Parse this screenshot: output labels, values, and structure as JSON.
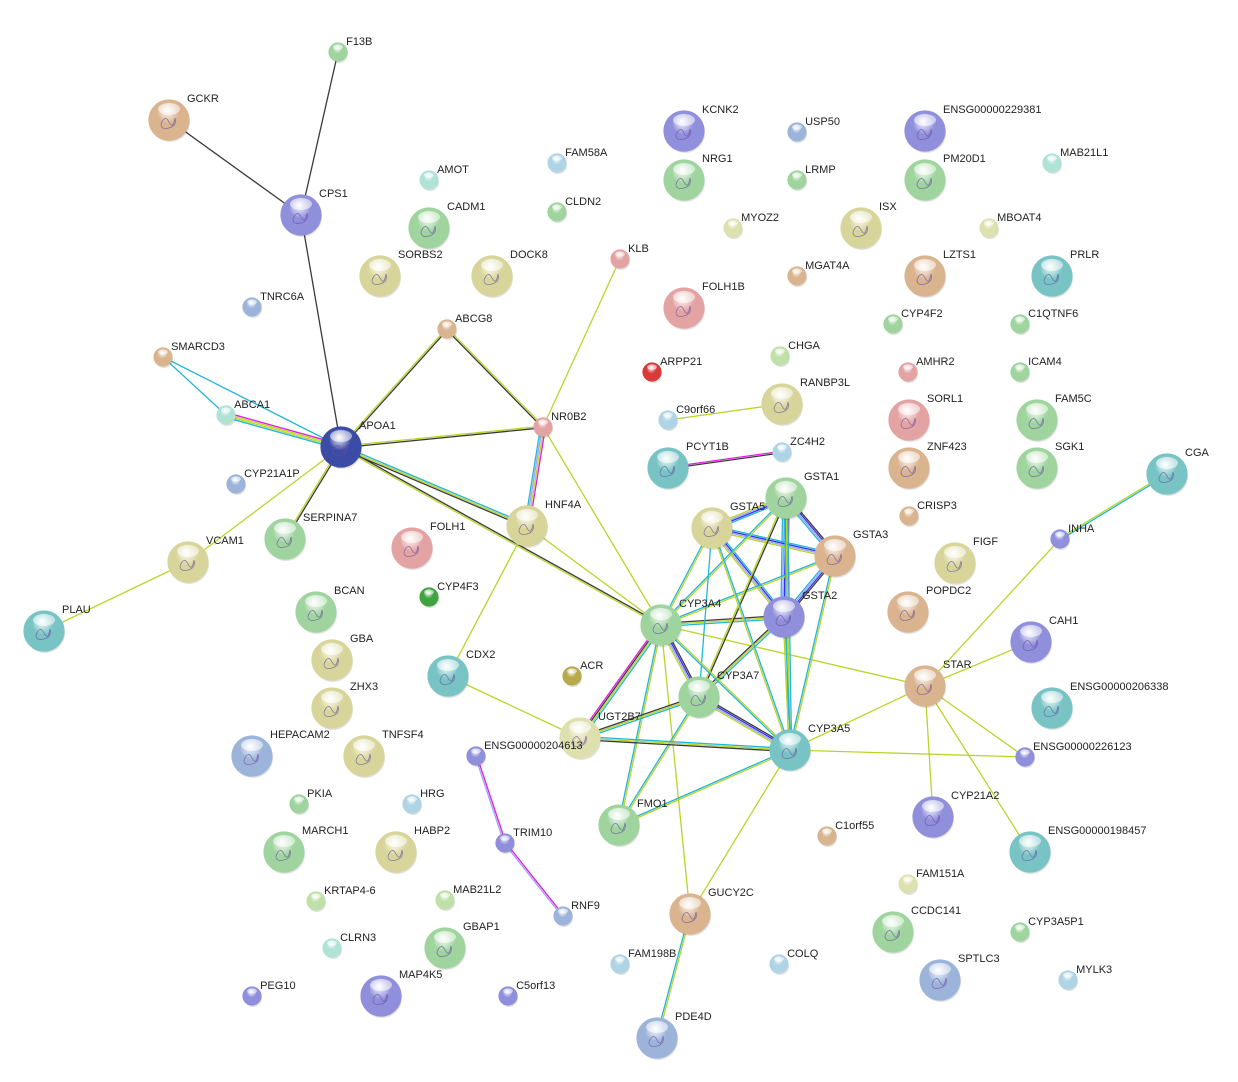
{
  "palette": {
    "green": "#9fd49f",
    "khaki": "#d8d59a",
    "tan": "#d9b48f",
    "purple": "#8f8fdc",
    "teal": "#78c4c4",
    "blue": "#9cb4da",
    "pink": "#e4a3a3",
    "lightteal": "#b0e2d8",
    "red": "#d83a3a",
    "olive": "#b8a94c",
    "darkgreen": "#3fa33f",
    "darkblue": "#3c4ca6",
    "lightblue": "#aed4e6",
    "lightgreen": "#bfe0a8",
    "lightkhaki": "#dfe0b0"
  },
  "edge_colors": {
    "k": "#3a3a3a",
    "y": "#b9d52a",
    "c": "#22b6d8",
    "m": "#e01fe0",
    "b": "#2f2ff0",
    "l": "#a0a0f4"
  },
  "nodes": [
    {
      "name": "F13B",
      "color": "green",
      "big": false
    },
    {
      "name": "GCKR",
      "color": "tan",
      "big": true
    },
    {
      "name": "CPS1",
      "color": "purple",
      "big": true
    },
    {
      "name": "AMOT",
      "color": "lightteal",
      "big": false
    },
    {
      "name": "CADM1",
      "color": "green",
      "big": true
    },
    {
      "name": "FAM58A",
      "color": "lightblue",
      "big": false
    },
    {
      "name": "CLDN2",
      "color": "green",
      "big": false
    },
    {
      "name": "SORBS2",
      "color": "khaki",
      "big": true
    },
    {
      "name": "DOCK8",
      "color": "khaki",
      "big": true
    },
    {
      "name": "KCNK2",
      "color": "purple",
      "big": true
    },
    {
      "name": "USP50",
      "color": "blue",
      "big": false
    },
    {
      "name": "NRG1",
      "color": "green",
      "big": true
    },
    {
      "name": "LRMP",
      "color": "green",
      "big": false
    },
    {
      "name": "ENSG00000229381",
      "color": "purple",
      "big": true
    },
    {
      "name": "PM20D1",
      "color": "green",
      "big": true
    },
    {
      "name": "MAB21L1",
      "color": "lightteal",
      "big": false
    },
    {
      "name": "MYOZ2",
      "color": "lightkhaki",
      "big": false
    },
    {
      "name": "ISX",
      "color": "khaki",
      "big": true
    },
    {
      "name": "MBOAT4",
      "color": "lightkhaki",
      "big": false
    },
    {
      "name": "KLB",
      "color": "pink",
      "big": false
    },
    {
      "name": "MGAT4A",
      "color": "tan",
      "big": false
    },
    {
      "name": "LZTS1",
      "color": "tan",
      "big": true
    },
    {
      "name": "PRLR",
      "color": "teal",
      "big": true
    },
    {
      "name": "TNRC6A",
      "color": "blue",
      "big": false
    },
    {
      "name": "FOLH1B",
      "color": "pink",
      "big": true
    },
    {
      "name": "ABCG8",
      "color": "tan",
      "big": false
    },
    {
      "name": "CYP4F2",
      "color": "green",
      "big": false
    },
    {
      "name": "C1QTNF6",
      "color": "green",
      "big": false
    },
    {
      "name": "SMARCD3",
      "color": "tan",
      "big": false
    },
    {
      "name": "CHGA",
      "color": "lightgreen",
      "big": false
    },
    {
      "name": "ARPP21",
      "color": "red",
      "big": false
    },
    {
      "name": "AMHR2",
      "color": "pink",
      "big": false
    },
    {
      "name": "ICAM4",
      "color": "green",
      "big": false
    },
    {
      "name": "RANBP3L",
      "color": "khaki",
      "big": true
    },
    {
      "name": "ABCA1",
      "color": "lightteal",
      "big": false
    },
    {
      "name": "NR0B2",
      "color": "pink",
      "big": false
    },
    {
      "name": "C9orf66",
      "color": "lightblue",
      "big": false
    },
    {
      "name": "SORL1",
      "color": "pink",
      "big": true
    },
    {
      "name": "FAM5C",
      "color": "green",
      "big": true
    },
    {
      "name": "APOA1",
      "color": "darkblue",
      "big": true
    },
    {
      "name": "ZC4H2",
      "color": "lightblue",
      "big": false
    },
    {
      "name": "PCYT1B",
      "color": "teal",
      "big": true
    },
    {
      "name": "ZNF423",
      "color": "tan",
      "big": true
    },
    {
      "name": "SGK1",
      "color": "green",
      "big": true
    },
    {
      "name": "CGA",
      "color": "teal",
      "big": true
    },
    {
      "name": "CYP21A1P",
      "color": "blue",
      "big": false
    },
    {
      "name": "GSTA1",
      "color": "green",
      "big": true
    },
    {
      "name": "HNF4A",
      "color": "khaki",
      "big": true
    },
    {
      "name": "GSTA5",
      "color": "khaki",
      "big": true
    },
    {
      "name": "CRISP3",
      "color": "tan",
      "big": false
    },
    {
      "name": "INHA",
      "color": "purple",
      "big": false
    },
    {
      "name": "SERPINA7",
      "color": "green",
      "big": true
    },
    {
      "name": "FOLH1",
      "color": "pink",
      "big": true
    },
    {
      "name": "GSTA3",
      "color": "tan",
      "big": true
    },
    {
      "name": "VCAM1",
      "color": "khaki",
      "big": true
    },
    {
      "name": "FIGF",
      "color": "khaki",
      "big": true
    },
    {
      "name": "CYP4F3",
      "color": "darkgreen",
      "big": false
    },
    {
      "name": "BCAN",
      "color": "green",
      "big": true
    },
    {
      "name": "POPDC2",
      "color": "tan",
      "big": true
    },
    {
      "name": "GSTA2",
      "color": "purple",
      "big": true
    },
    {
      "name": "CYP3A4",
      "color": "green",
      "big": true
    },
    {
      "name": "PLAU",
      "color": "teal",
      "big": true
    },
    {
      "name": "CAH1",
      "color": "purple",
      "big": true
    },
    {
      "name": "GBA",
      "color": "khaki",
      "big": true
    },
    {
      "name": "CDX2",
      "color": "teal",
      "big": true
    },
    {
      "name": "ACR",
      "color": "olive",
      "big": false
    },
    {
      "name": "STAR",
      "color": "tan",
      "big": true
    },
    {
      "name": "CYP3A7",
      "color": "green",
      "big": true
    },
    {
      "name": "ZHX3",
      "color": "khaki",
      "big": true
    },
    {
      "name": "ENSG00000206338",
      "color": "teal",
      "big": true
    },
    {
      "name": "UGT2B7",
      "color": "lightkhaki",
      "big": true
    },
    {
      "name": "CYP3A5",
      "color": "teal",
      "big": true
    },
    {
      "name": "HEPACAM2",
      "color": "blue",
      "big": true
    },
    {
      "name": "TNFSF4",
      "color": "khaki",
      "big": true
    },
    {
      "name": "ENSG00000204613",
      "color": "purple",
      "big": false
    },
    {
      "name": "ENSG00000226123",
      "color": "purple",
      "big": false
    },
    {
      "name": "PKIA",
      "color": "green",
      "big": false
    },
    {
      "name": "HRG",
      "color": "lightblue",
      "big": false
    },
    {
      "name": "CYP21A2",
      "color": "purple",
      "big": true
    },
    {
      "name": "FMO1",
      "color": "green",
      "big": true
    },
    {
      "name": "C1orf55",
      "color": "tan",
      "big": false
    },
    {
      "name": "MARCH1",
      "color": "green",
      "big": true
    },
    {
      "name": "TRIM10",
      "color": "purple",
      "big": false
    },
    {
      "name": "HABP2",
      "color": "khaki",
      "big": true
    },
    {
      "name": "ENSG00000198457",
      "color": "teal",
      "big": true
    },
    {
      "name": "FAM151A",
      "color": "lightkhaki",
      "big": false
    },
    {
      "name": "KRTAP4-6",
      "color": "lightgreen",
      "big": false
    },
    {
      "name": "MAB21L2",
      "color": "lightgreen",
      "big": false
    },
    {
      "name": "GUCY2C",
      "color": "tan",
      "big": true
    },
    {
      "name": "RNF9",
      "color": "blue",
      "big": false
    },
    {
      "name": "CCDC141",
      "color": "green",
      "big": true
    },
    {
      "name": "CYP3A5P1",
      "color": "green",
      "big": false
    },
    {
      "name": "GBAP1",
      "color": "green",
      "big": true
    },
    {
      "name": "CLRN3",
      "color": "lightteal",
      "big": false
    },
    {
      "name": "FAM198B",
      "color": "lightblue",
      "big": false
    },
    {
      "name": "COLQ",
      "color": "lightblue",
      "big": false
    },
    {
      "name": "SPTLC3",
      "color": "blue",
      "big": true
    },
    {
      "name": "MYLK3",
      "color": "lightblue",
      "big": false
    },
    {
      "name": "MAP4K5",
      "color": "purple",
      "big": true
    },
    {
      "name": "PEG10",
      "color": "purple",
      "big": false
    },
    {
      "name": "C5orf13",
      "color": "purple",
      "big": false
    },
    {
      "name": "PDE4D",
      "color": "blue",
      "big": true
    }
  ],
  "edges": [
    {
      "a": "F13B",
      "b": "CPS1",
      "colors": [
        "k"
      ]
    },
    {
      "a": "GCKR",
      "b": "CPS1",
      "colors": [
        "k"
      ]
    },
    {
      "a": "CPS1",
      "b": "APOA1",
      "colors": [
        "k"
      ]
    },
    {
      "a": "SMARCD3",
      "b": "ABCA1",
      "colors": [
        "c"
      ]
    },
    {
      "a": "SMARCD3",
      "b": "APOA1",
      "colors": [
        "c"
      ]
    },
    {
      "a": "ABCA1",
      "b": "APOA1",
      "colors": [
        "m",
        "y",
        "y",
        "c"
      ]
    },
    {
      "a": "APOA1",
      "b": "ABCG8",
      "colors": [
        "y",
        "k"
      ]
    },
    {
      "a": "ABCG8",
      "b": "NR0B2",
      "colors": [
        "y",
        "k"
      ]
    },
    {
      "a": "APOA1",
      "b": "NR0B2",
      "colors": [
        "y",
        "k"
      ]
    },
    {
      "a": "KLB",
      "b": "NR0B2",
      "colors": [
        "y"
      ]
    },
    {
      "a": "NR0B2",
      "b": "HNF4A",
      "colors": [
        "m",
        "y",
        "l",
        "c"
      ]
    },
    {
      "a": "NR0B2",
      "b": "CYP3A4",
      "colors": [
        "y"
      ]
    },
    {
      "a": "APOA1",
      "b": "HNF4A",
      "colors": [
        "c",
        "y",
        "k"
      ]
    },
    {
      "a": "APOA1",
      "b": "CYP3A4",
      "colors": [
        "k",
        "y"
      ]
    },
    {
      "a": "APOA1",
      "b": "SERPINA7",
      "colors": [
        "k",
        "y"
      ]
    },
    {
      "a": "APOA1",
      "b": "VCAM1",
      "colors": [
        "y"
      ]
    },
    {
      "a": "VCAM1",
      "b": "PLAU",
      "colors": [
        "y"
      ]
    },
    {
      "a": "HNF4A",
      "b": "CYP3A4",
      "colors": [
        "y"
      ]
    },
    {
      "a": "HNF4A",
      "b": "CDX2",
      "colors": [
        "y"
      ]
    },
    {
      "a": "CDX2",
      "b": "UGT2B7",
      "colors": [
        "y"
      ]
    },
    {
      "a": "C9orf66",
      "b": "RANBP3L",
      "colors": [
        "y"
      ]
    },
    {
      "a": "PCYT1B",
      "b": "ZC4H2",
      "colors": [
        "m",
        "k"
      ]
    },
    {
      "a": "CGA",
      "b": "INHA",
      "colors": [
        "c",
        "y"
      ]
    },
    {
      "a": "INHA",
      "b": "STAR",
      "colors": [
        "y"
      ]
    },
    {
      "a": "STAR",
      "b": "CAH1",
      "colors": [
        "y"
      ]
    },
    {
      "a": "STAR",
      "b": "CYP3A4",
      "colors": [
        "y"
      ]
    },
    {
      "a": "STAR",
      "b": "CYP3A5",
      "colors": [
        "y"
      ]
    },
    {
      "a": "STAR",
      "b": "CYP21A2",
      "colors": [
        "y"
      ]
    },
    {
      "a": "STAR",
      "b": "ENSG00000198457",
      "colors": [
        "y"
      ]
    },
    {
      "a": "STAR",
      "b": "ENSG00000226123",
      "colors": [
        "y"
      ]
    },
    {
      "a": "CYP3A5",
      "b": "ENSG00000226123",
      "colors": [
        "y"
      ]
    },
    {
      "a": "ENSG00000204613",
      "b": "TRIM10",
      "colors": [
        "m",
        "l"
      ]
    },
    {
      "a": "TRIM10",
      "b": "RNF9",
      "colors": [
        "m",
        "l"
      ]
    },
    {
      "a": "GUCY2C",
      "b": "PDE4D",
      "colors": [
        "y",
        "c"
      ]
    },
    {
      "a": "GUCY2C",
      "b": "CYP3A5",
      "colors": [
        "y"
      ]
    },
    {
      "a": "GUCY2C",
      "b": "CYP3A4",
      "colors": [
        "y"
      ]
    },
    {
      "a": "FMO1",
      "b": "CYP3A4",
      "colors": [
        "c",
        "y"
      ]
    },
    {
      "a": "FMO1",
      "b": "CYP3A7",
      "colors": [
        "c",
        "y"
      ]
    },
    {
      "a": "FMO1",
      "b": "CYP3A5",
      "colors": [
        "c",
        "y"
      ]
    },
    {
      "a": "GSTA1",
      "b": "GSTA5",
      "colors": [
        "c",
        "b",
        "l",
        "y"
      ]
    },
    {
      "a": "GSTA1",
      "b": "GSTA3",
      "colors": [
        "k",
        "b",
        "l",
        "c"
      ]
    },
    {
      "a": "GSTA1",
      "b": "GSTA2",
      "colors": [
        "m",
        "y",
        "b",
        "l",
        "c"
      ]
    },
    {
      "a": "GSTA5",
      "b": "GSTA3",
      "colors": [
        "c",
        "b",
        "l",
        "y"
      ]
    },
    {
      "a": "GSTA5",
      "b": "GSTA2",
      "colors": [
        "c",
        "b",
        "l",
        "y"
      ]
    },
    {
      "a": "GSTA3",
      "b": "GSTA2",
      "colors": [
        "k",
        "b",
        "l",
        "c"
      ]
    },
    {
      "a": "GSTA1",
      "b": "CYP3A4",
      "colors": [
        "y",
        "c"
      ]
    },
    {
      "a": "GSTA5",
      "b": "CYP3A4",
      "colors": [
        "y",
        "c"
      ]
    },
    {
      "a": "GSTA3",
      "b": "CYP3A4",
      "colors": [
        "y",
        "c"
      ]
    },
    {
      "a": "GSTA2",
      "b": "CYP3A4",
      "colors": [
        "c",
        "y",
        "k"
      ]
    },
    {
      "a": "GSTA1",
      "b": "CYP3A7",
      "colors": [
        "k",
        "y"
      ]
    },
    {
      "a": "GSTA5",
      "b": "CYP3A7",
      "colors": [
        "c"
      ]
    },
    {
      "a": "GSTA2",
      "b": "CYP3A7",
      "colors": [
        "c",
        "y",
        "k"
      ]
    },
    {
      "a": "GSTA1",
      "b": "CYP3A5",
      "colors": [
        "c",
        "y",
        "c"
      ]
    },
    {
      "a": "GSTA5",
      "b": "CYP3A5",
      "colors": [
        "c",
        "y"
      ]
    },
    {
      "a": "GSTA3",
      "b": "CYP3A5",
      "colors": [
        "y",
        "c"
      ]
    },
    {
      "a": "GSTA2",
      "b": "CYP3A5",
      "colors": [
        "c",
        "y"
      ]
    },
    {
      "a": "CYP3A4",
      "b": "CYP3A7",
      "colors": [
        "k",
        "b",
        "l",
        "y"
      ]
    },
    {
      "a": "CYP3A4",
      "b": "CYP3A5",
      "colors": [
        "y",
        "c"
      ]
    },
    {
      "a": "CYP3A7",
      "b": "CYP3A5",
      "colors": [
        "k",
        "b",
        "l",
        "y"
      ]
    },
    {
      "a": "CYP3A4",
      "b": "UGT2B7",
      "colors": [
        "c",
        "y",
        "k",
        "m"
      ]
    },
    {
      "a": "CYP3A7",
      "b": "UGT2B7",
      "colors": [
        "c",
        "y",
        "k"
      ]
    },
    {
      "a": "CYP3A5",
      "b": "UGT2B7",
      "colors": [
        "k",
        "y",
        "c"
      ]
    }
  ]
}
